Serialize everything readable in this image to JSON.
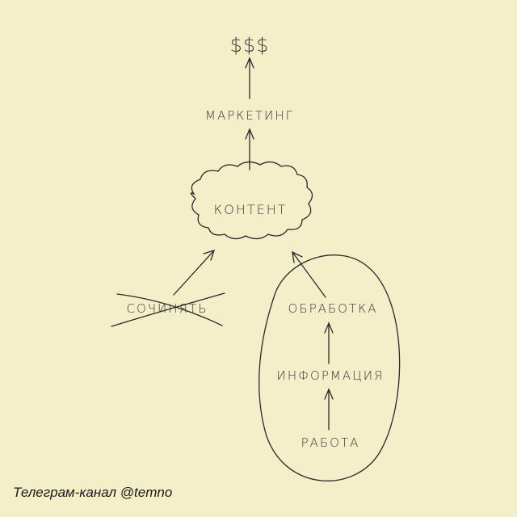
{
  "nodes": {
    "money": "$$$",
    "marketing": "МАРКЕТИНГ",
    "content": "КОНТЕНТ",
    "compose": "СОЧИНЯТЬ",
    "processing": "ОБРАБОТКА",
    "information": "ИНФОРМАЦИЯ",
    "work": "РАБОТА"
  },
  "footer": "Телеграм-канал @temno",
  "colors": {
    "background": "#f4eec9",
    "ink": "#2a2a2a"
  }
}
